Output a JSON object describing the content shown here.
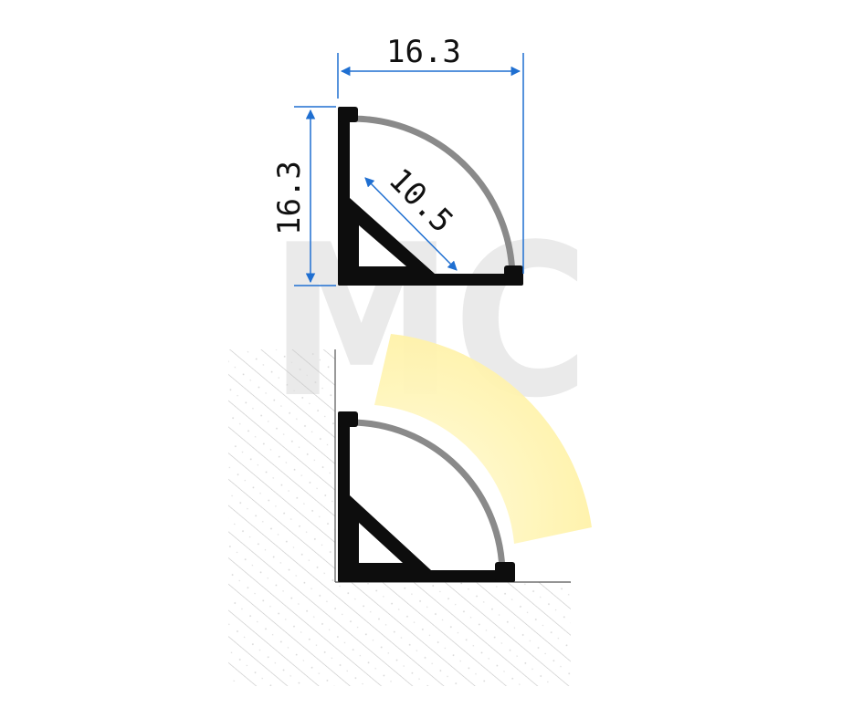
{
  "dimensions": {
    "width": "16.3",
    "height": "16.3",
    "radius": "10.5"
  },
  "watermark": "MC",
  "colors": {
    "profile": "#0d0d0d",
    "diffuser": "#8c8c8c",
    "dimension_line": "#1f6fd1",
    "light_glow": "#fff3a8",
    "wall_hatch": "#bdbdbd",
    "watermark": "#e4e4e4"
  }
}
